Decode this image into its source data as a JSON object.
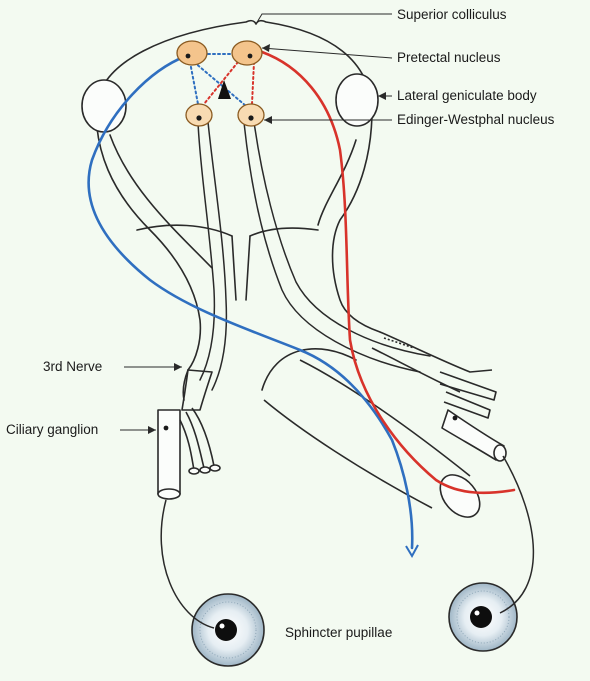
{
  "labels": {
    "superior_colliculus": "Superior colliculus",
    "pretectal_nucleus": "Pretectal nucleus",
    "lateral_geniculate_body": "Lateral geniculate body",
    "edinger_westphal_nucleus": "Edinger-Westphal nucleus",
    "third_nerve": "3rd Nerve",
    "ciliary_ganglion": "Ciliary ganglion",
    "sphincter_pupillae": "Sphincter pupillae"
  },
  "colors": {
    "background": "#f3faf1",
    "outline": "#2a2a2a",
    "left_pathway": "#2f6fc0",
    "right_pathway": "#d8332b",
    "nucleus_fill": "#f4c48c",
    "nucleus_stroke": "#8a5a20",
    "iris_fill": "#dde8ef"
  }
}
